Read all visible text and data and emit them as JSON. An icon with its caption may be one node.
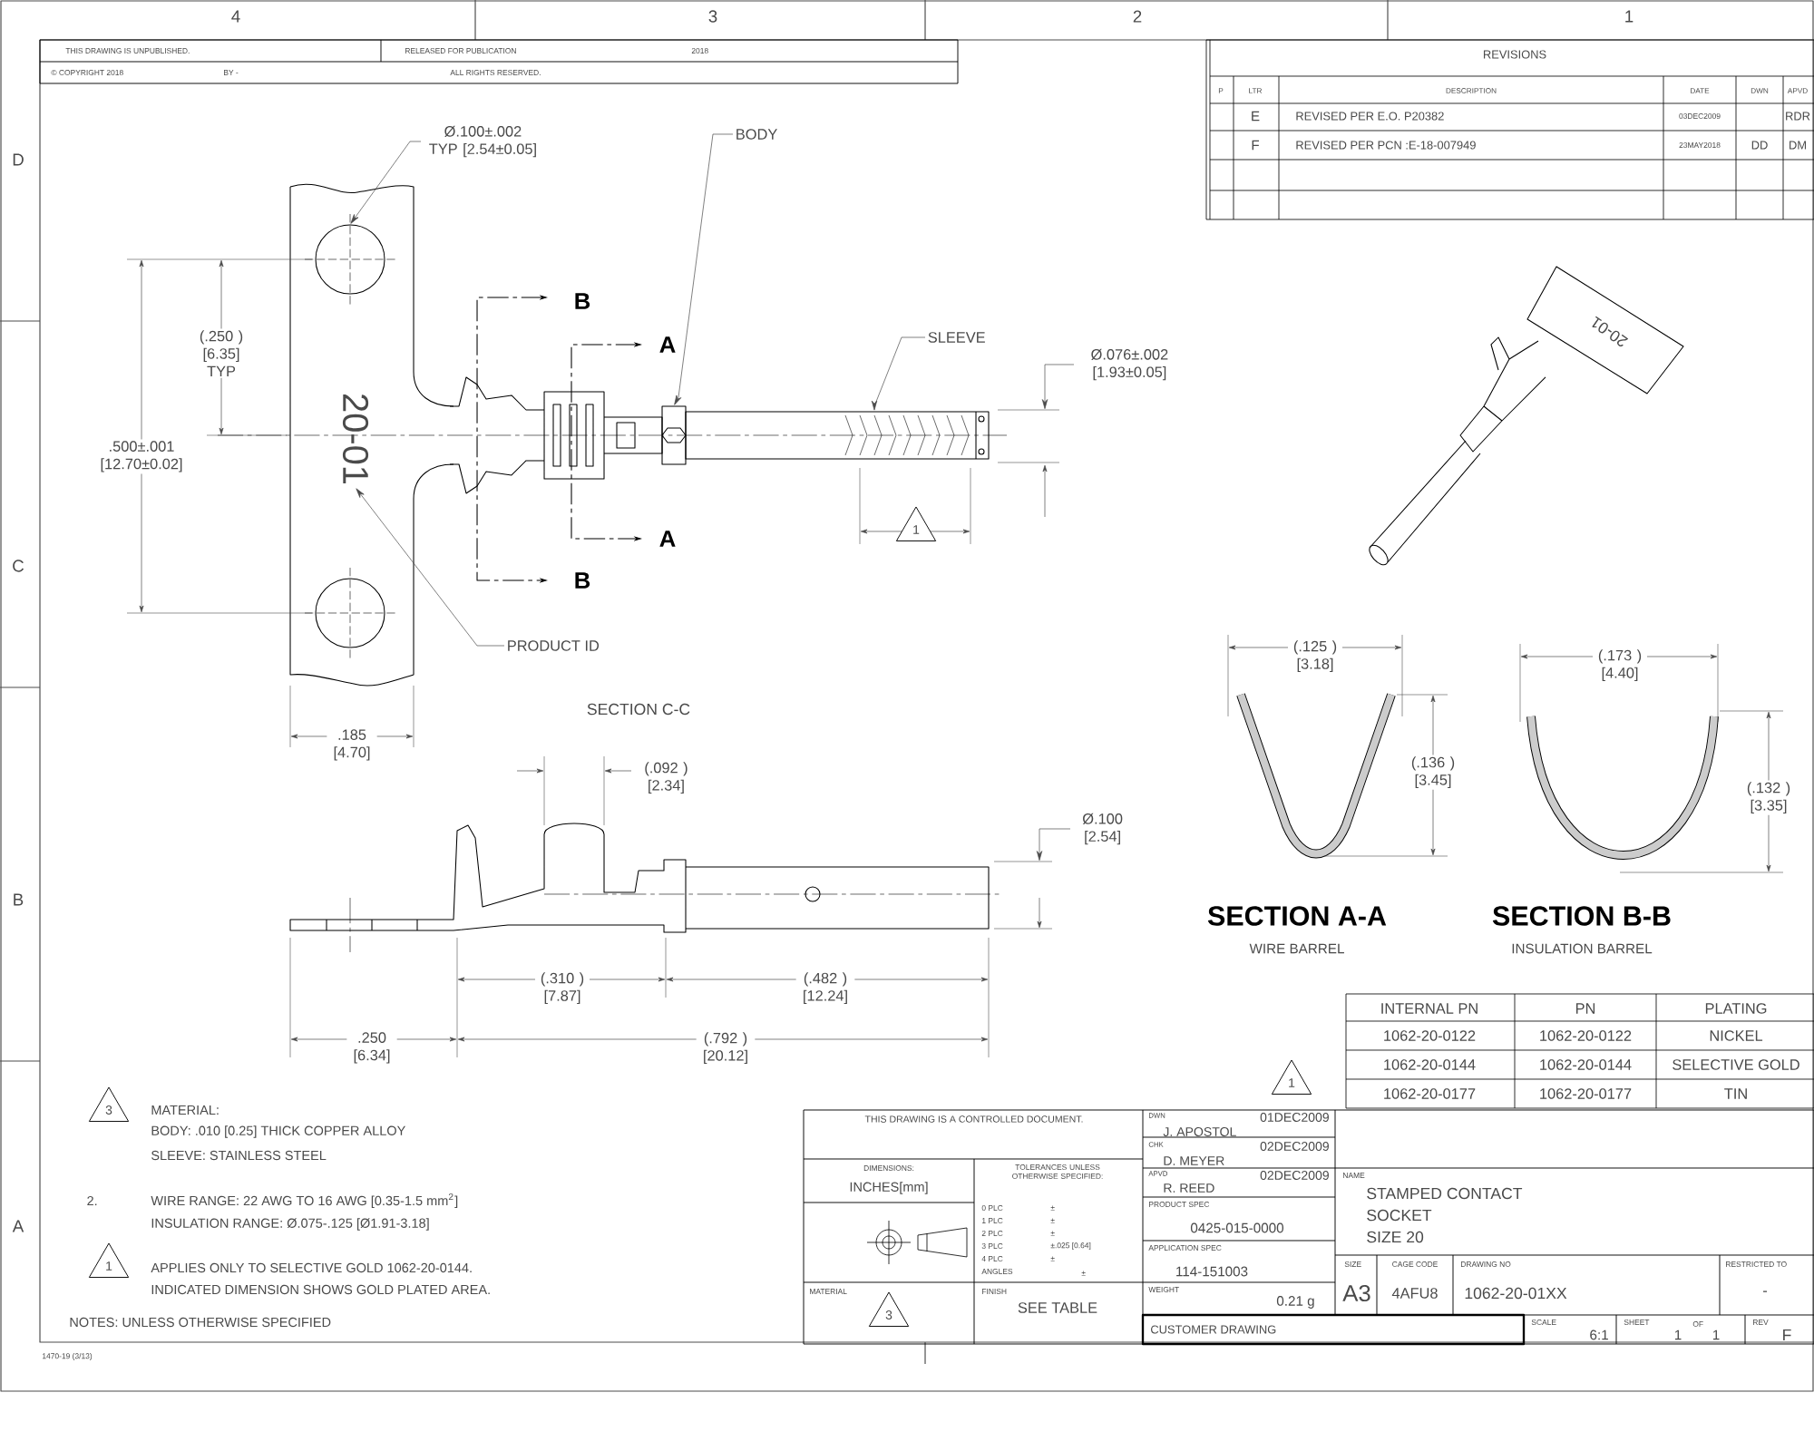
{
  "diagram": {
    "nodes": [
      {
        "text": [
          "Ø.100±.002 TYP [2.54±0.05]"
        ]
      },
      {
        "text": [
          "BODY"
        ]
      },
      {
        "text": [
          "SLEEVE"
        ]
      },
      {
        "text": [
          "Ø.076±.002 [1.93±0.05]"
        ]
      },
      {
        "text": [
          "PRODUCT ID"
        ]
      },
      {
        "text": [
          "Ø.100 [2.54]"
        ]
      },
      {
        "text": [],
        "shape": "circle"
      },
      {
        "text": [],
        "shape": "box"
      },
      {
        "text": [],
        "shape": "box"
      },
      {
        "text": [
          "20-01"
        ]
      }
    ],
    "edges": [
      {
        "from": 0,
        "to": 6,
        "arrow": "to"
      },
      {
        "from": 1,
        "to": 7,
        "arrow": "to"
      },
      {
        "from": 2,
        "to": 8,
        "arrow": "to"
      },
      {
        "from": 3,
        "to": null,
        "arrow": "to"
      },
      {
        "from": 4,
        "to": 9,
        "arrow": "to"
      },
      {
        "from": 5,
        "to": null,
        "arrow": "to"
      }
    ],
    "labels": [
      "4",
      "3",
      "2",
      "1",
      "D",
      "C",
      "B",
      "A",
      "THIS DRAWING IS UNPUBLISHED.",
      "RELEASED FOR PUBLICATION",
      "2018",
      "© COPYRIGHT 2018",
      "BY -",
      "ALL RIGHTS RESERVED.",
      "REVISIONS",
      "P",
      "LTR",
      "DESCRIPTION",
      "DATE",
      "DWN",
      "APVD",
      "E",
      "REVISED PER E.O. P20382",
      "03DEC2009",
      "RDR",
      "F",
      "REVISED PER PCN :E-18-007949",
      "23MAY2018",
      "DD",
      "DM",
      "B",
      "A",
      "A",
      "B",
      "(.250 ) [6.35] TYP",
      ".500±.001 [12.70±0.02]",
      "1",
      "SECTION C-C",
      ".185 [4.70]",
      "(.092 ) [2.34]",
      "(.310 ) [7.87]",
      "(.482 ) [12.24]",
      ".250 [6.34]",
      "(.792 ) [20.12]",
      "(.125 ) [3.18]",
      "(.173 ) [4.40]",
      "(.136 ) [3.45]",
      "(.132 ) [3.35]",
      "20-01",
      "SECTION A-A",
      "WIRE BARREL",
      "SECTION B-B",
      "INSULATION BARREL",
      "INTERNAL PN",
      "PN",
      "PLATING",
      "1062-20-0122",
      "1062-20-0122",
      "NICKEL",
      "1062-20-0144",
      "1062-20-0144",
      "SELECTIVE GOLD",
      "1062-20-0177",
      "1062-20-0177",
      "TIN",
      "1",
      "3",
      "MATERIAL:",
      "BODY: .010 [0.25] THICK COPPER ALLOY",
      "SLEEVE: STAINLESS STEEL",
      "2.",
      "WIRE RANGE: 22 AWG TO 16 AWG [0.35-1.5 mm$^{2}$]",
      "INSULATION RANGE: Ø.075-.125 [Ø1.91-3.18]",
      "1",
      "APPLIES ONLY TO SELECTIVE GOLD 1062-20-0144.",
      "INDICATED DIMENSION SHOWS GOLD PLATED AREA.",
      "NOTES: UNLESS OTHERWISE SPECIFIED",
      "1470-19 (3/13)",
      "THIS DRAWING IS A CONTROLLED DOCUMENT.",
      "DWN",
      "01DEC2009",
      "J. APOSTOL",
      "CHK",
      "02DEC2009",
      "D. MEYER",
      "APVD",
      "02DEC2009",
      "R. REED",
      "DIMENSIONS:",
      "INCHES[mm]",
      "TOLERANCES UNLESS OTHERWISE SPECIFIED:",
      "0 PLC",
      "±",
      "1 PLC",
      "±",
      "2 PLC",
      "±",
      "3 PLC",
      "±.025 [0.64]",
      "4 PLC",
      "±",
      "ANGLES",
      "±",
      "PRODUCT SPEC",
      "0425-015-0000",
      "APPLICATION SPEC",
      "114-151003",
      "MATERIAL",
      "3",
      "FINISH",
      "SEE TABLE",
      "WEIGHT",
      "0.21 g",
      "NAME",
      "STAMPED CONTACT",
      "SOCKET",
      "SIZE 20",
      "SIZE",
      "A3",
      "CAGE CODE",
      "4AFU8",
      "DRAWING NO",
      "1062-20-01XX",
      "RESTRICTED TO",
      "-",
      "CUSTOMER DRAWING",
      "SCALE",
      "6:1",
      "SHEET",
      "1",
      "OF",
      "1",
      "REV",
      "F"
    ]
  }
}
